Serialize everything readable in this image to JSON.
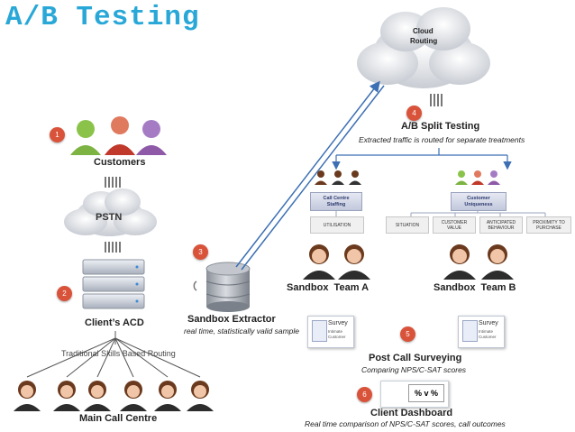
{
  "title": "A/B Testing",
  "cloud": {
    "line1": "Cloud",
    "line2": "Routing"
  },
  "pstn": "PSTN",
  "customers": "Customers",
  "clients_acd": "Client’s ACD",
  "routing_note": "Traditional Skills Based Routing",
  "main_call_centre": "Main Call Centre",
  "sandbox_extractor": {
    "label": "Sandbox Extractor",
    "sub": "real time, statistically valid sample"
  },
  "ab_split": {
    "label": "A/B Split Testing",
    "sub": "Extracted traffic is routed for separate treatments"
  },
  "team_a": {
    "header_line1": "Call Centre",
    "header_line2": "Staffing",
    "box": "UTILISATION",
    "label": "Sandbox  Team A"
  },
  "team_b": {
    "header_line1": "Customer",
    "header_line2": "Uniqueness",
    "boxes": [
      {
        "l1": "SITUATION",
        "l2": ""
      },
      {
        "l1": "CUSTOMER",
        "l2": "VALUE"
      },
      {
        "l1": "ANTICIPATED",
        "l2": "BEHAVIOUR"
      },
      {
        "l1": "PROXIMITY TO",
        "l2": "PURCHASE"
      }
    ],
    "label": "Sandbox  Team B"
  },
  "survey": {
    "title": "Survey",
    "line1": "Intimate",
    "line2": "Customer"
  },
  "post_call": {
    "label": "Post Call Surveying",
    "sub": "Comparing NPS/C-SAT scores"
  },
  "dashboard": {
    "label": "Client Dashboard",
    "sub": "Real time comparison of  NPS/C-SAT scores, call outcomes",
    "pv": "% v %"
  },
  "steps": [
    "1",
    "2",
    "3",
    "4",
    "5",
    "6"
  ],
  "colors": {
    "title": "#29a8d8",
    "step": "#d9533a",
    "agent_hair": "#6b3a1e",
    "customer_green": "#7cb342",
    "customer_red": "#c0392b",
    "customer_purple": "#8e5aa8"
  }
}
